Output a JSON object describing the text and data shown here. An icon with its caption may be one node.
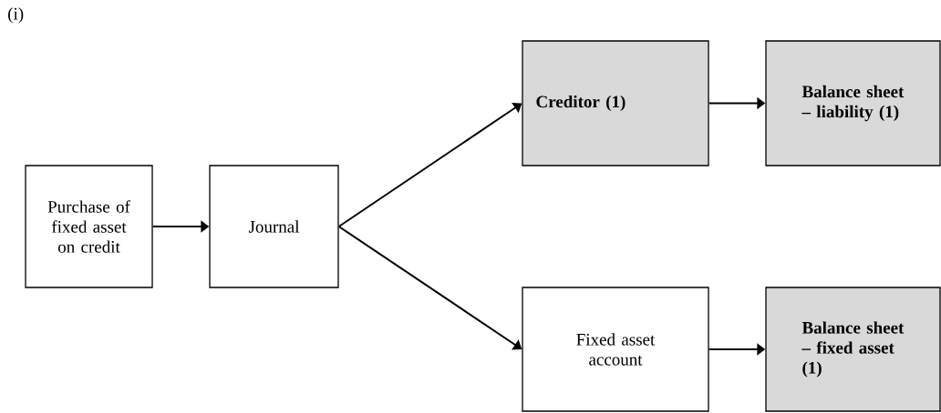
{
  "diagram": {
    "nodes": [
      {
        "text": [
          "Purchase of fixed asset on credit"
        ]
      },
      {
        "text": [
          "Journal"
        ]
      },
      {
        "text": [
          "Creditor (1)"
        ]
      },
      {
        "text": [
          "Balance sheet – liability (1)"
        ]
      },
      {
        "text": [
          "Fixed asset account"
        ]
      },
      {
        "text": [
          "Balance sheet – fixed asset (1)"
        ]
      }
    ],
    "edges": [
      {
        "from": 0,
        "to": 1,
        "arrow": "to"
      },
      {
        "from": 1,
        "to": 2,
        "arrow": "to"
      },
      {
        "from": 1,
        "to": 4,
        "arrow": "to"
      },
      {
        "from": 2,
        "to": 3,
        "arrow": "to"
      },
      {
        "from": 4,
        "to": 5,
        "arrow": "to"
      }
    ],
    "labels": [
      "(i)"
    ]
  }
}
